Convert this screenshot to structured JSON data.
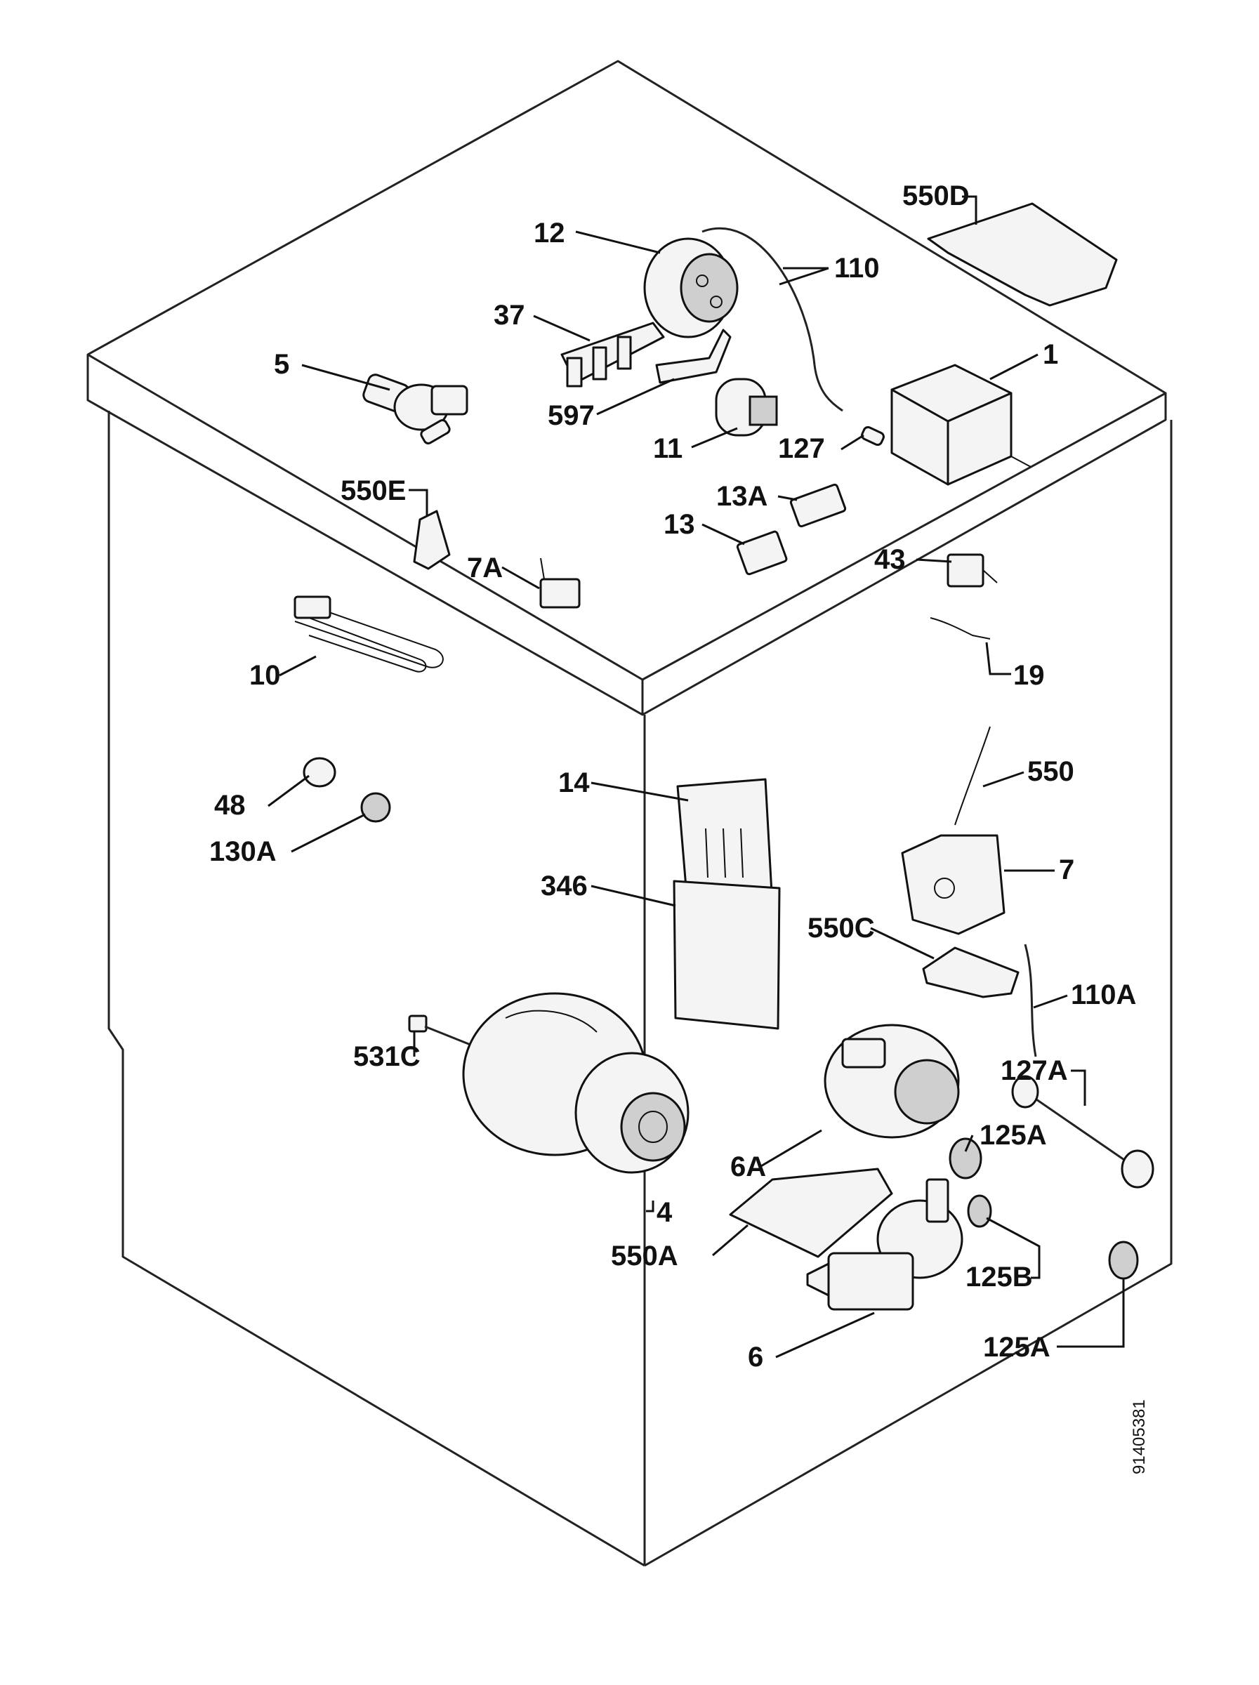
{
  "diagram": {
    "document_number": "91405381",
    "callouts": [
      {
        "id": "c-550D",
        "text": "550D"
      },
      {
        "id": "c-12",
        "text": "12"
      },
      {
        "id": "c-110",
        "text": "110"
      },
      {
        "id": "c-37",
        "text": "37"
      },
      {
        "id": "c-5",
        "text": "5"
      },
      {
        "id": "c-1",
        "text": "1"
      },
      {
        "id": "c-597",
        "text": "597"
      },
      {
        "id": "c-11",
        "text": "11"
      },
      {
        "id": "c-127",
        "text": "127"
      },
      {
        "id": "c-550E",
        "text": "550E"
      },
      {
        "id": "c-13A",
        "text": "13A"
      },
      {
        "id": "c-13",
        "text": "13"
      },
      {
        "id": "c-7A",
        "text": "7A"
      },
      {
        "id": "c-43",
        "text": "43"
      },
      {
        "id": "c-10",
        "text": "10"
      },
      {
        "id": "c-19",
        "text": "19"
      },
      {
        "id": "c-550",
        "text": "550"
      },
      {
        "id": "c-14",
        "text": "14"
      },
      {
        "id": "c-48",
        "text": "48"
      },
      {
        "id": "c-130A",
        "text": "130A"
      },
      {
        "id": "c-7",
        "text": "7"
      },
      {
        "id": "c-346",
        "text": "346"
      },
      {
        "id": "c-550C",
        "text": "550C"
      },
      {
        "id": "c-110A",
        "text": "110A"
      },
      {
        "id": "c-531C",
        "text": "531C"
      },
      {
        "id": "c-127A",
        "text": "127A"
      },
      {
        "id": "c-125A-upper",
        "text": "125A"
      },
      {
        "id": "c-6A",
        "text": "6A"
      },
      {
        "id": "c-4",
        "text": "4"
      },
      {
        "id": "c-550A",
        "text": "550A"
      },
      {
        "id": "c-125B",
        "text": "125B"
      },
      {
        "id": "c-6",
        "text": "6"
      },
      {
        "id": "c-125A-lower",
        "text": "125A"
      }
    ]
  }
}
